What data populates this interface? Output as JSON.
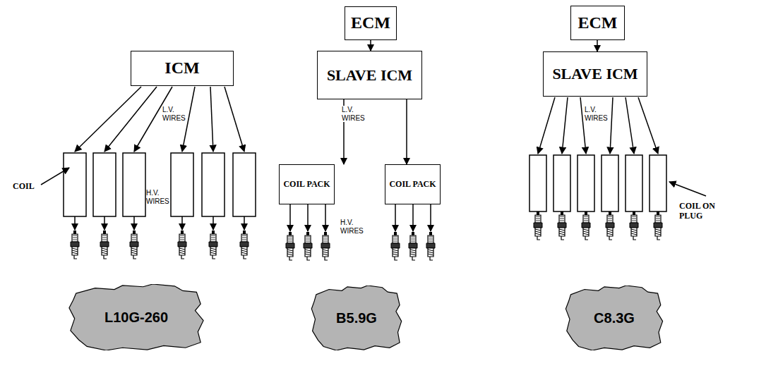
{
  "diagram": {
    "nodes": [
      {
        "text": [
          "ICM"
        ]
      },
      {
        "text": [
          "ECM"
        ]
      },
      {
        "text": [
          "SLAVE ICM"
        ]
      },
      {
        "text": [
          "COIL PACK"
        ]
      },
      {
        "text": [
          "COIL PACK"
        ]
      },
      {
        "text": [
          "ECM"
        ]
      },
      {
        "text": [
          "SLAVE ICM"
        ]
      },
      {
        "text": [
          "L10G-260"
        ]
      },
      {
        "text": [
          "B5.9G"
        ]
      },
      {
        "text": [
          "C8.3G"
        ]
      }
    ],
    "edges": [
      {
        "from": 1,
        "to": 2,
        "arrow": "to"
      },
      {
        "from": 2,
        "to": 3,
        "arrow": "to"
      },
      {
        "from": 2,
        "to": 4,
        "arrow": "to"
      },
      {
        "from": 5,
        "to": 6,
        "arrow": "to"
      }
    ],
    "labels": [
      "L.V. WIRES",
      "H.V. WIRES",
      "COIL",
      "L.V. WIRES",
      "H.V. WIRES",
      "L.V. WIRES",
      "COIL ON PLUG"
    ]
  }
}
